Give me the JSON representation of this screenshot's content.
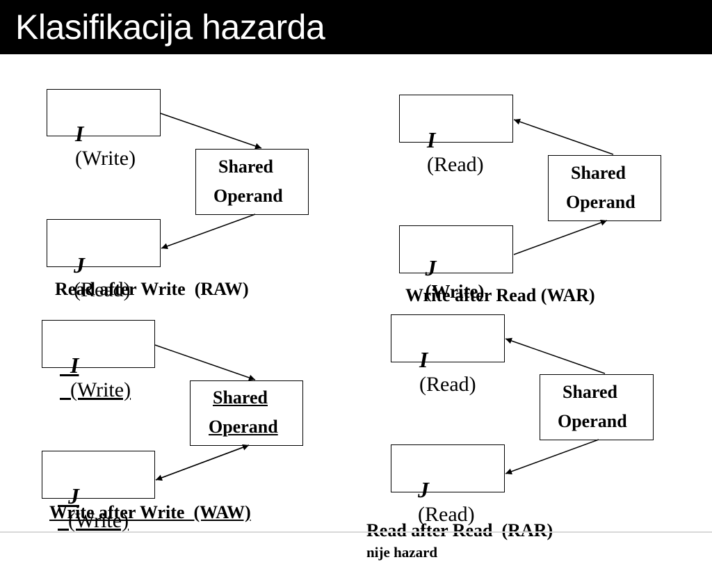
{
  "title": "Klasifikacija hazarda",
  "quadrants": {
    "raw": {
      "i_var": "I",
      "i_op": "(Write)",
      "j_var": "J",
      "j_op": "(Read)",
      "shared_l1": "Shared",
      "shared_l2": "Operand",
      "caption": "Read after Write  (RAW)"
    },
    "war": {
      "i_var": "I",
      "i_op": "(Read)",
      "j_var": "J",
      "j_op": "(Write)",
      "shared_l1": "Shared",
      "shared_l2": "Operand",
      "caption": "Write after Read (WAR)"
    },
    "waw": {
      "i_var": "I",
      "i_op": "(Write)",
      "j_var": "J",
      "j_op": "(Write)",
      "shared_l1": "Shared",
      "shared_l2": "Operand",
      "caption": "Write after Write  (WAW)"
    },
    "rar": {
      "i_var": "I",
      "i_op": "(Read)",
      "j_var": "J",
      "j_op": "(Read)",
      "shared_l1": "Shared",
      "shared_l2": "Operand",
      "caption": "Read after Read  (RAR)",
      "note": "nije hazard"
    }
  }
}
